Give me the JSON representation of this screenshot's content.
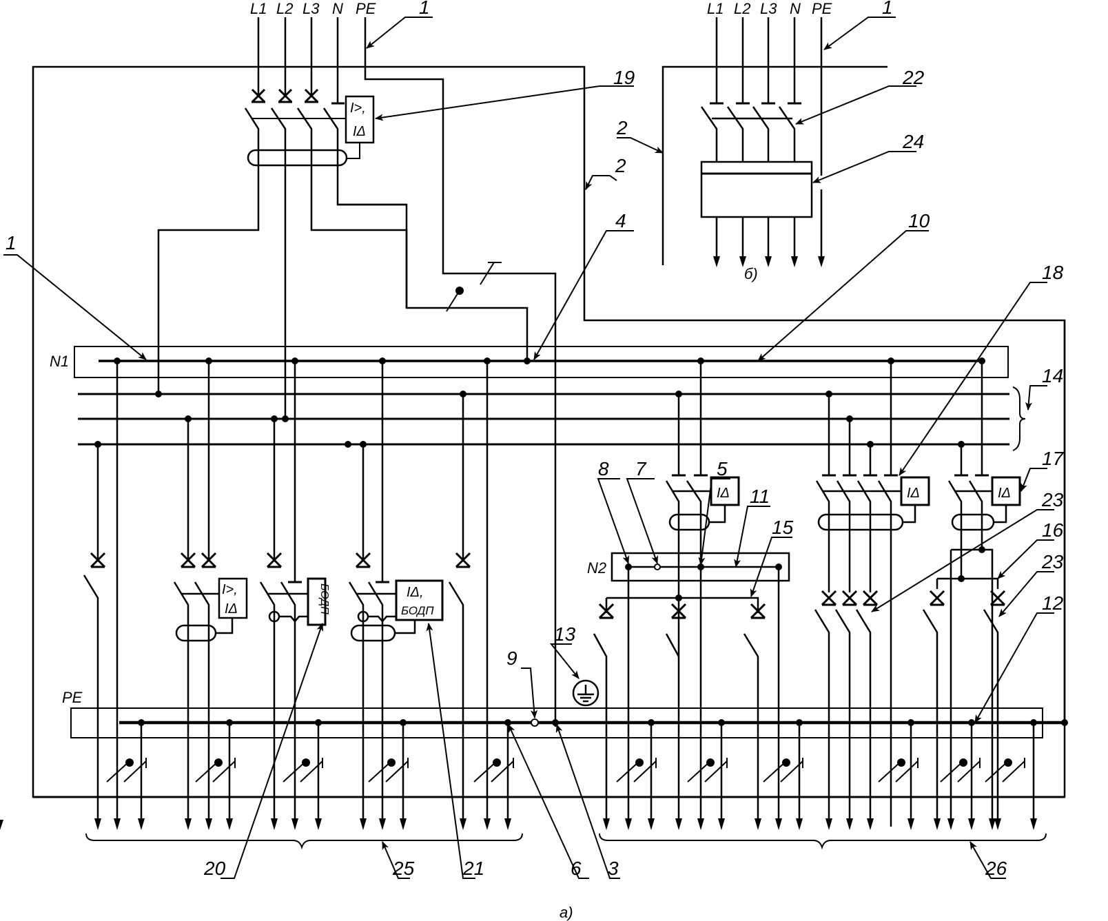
{
  "figure": {
    "caption_a": "а)",
    "caption_b": "б)",
    "colors": {
      "ink": "#000000",
      "background": "#ffffff"
    }
  },
  "conductors_a": [
    "L1",
    "L2",
    "L3",
    "N",
    "PE"
  ],
  "conductors_b": [
    "L1",
    "L2",
    "L3",
    "N",
    "PE"
  ],
  "busbars": {
    "n1": "N1",
    "n2": "N2",
    "pe": "PE"
  },
  "device_boxes": {
    "main_rcbo_line1": "I>,",
    "main_rcbo_line2": "IΔ",
    "rcbo_branch_line1": "I>,",
    "rcbo_branch_line2": "IΔ",
    "bodp": "БОДП",
    "rcd_bodp_line1": "IΔ,",
    "rcd_bodp_line2": "БОДП",
    "rcd_a": "IΔ",
    "rcd_b": "IΔ",
    "rcd_c": "IΔ"
  },
  "callouts": {
    "c1_top_a": "1",
    "c1_top_b": "1",
    "c1_left": "1",
    "c2_a": "2",
    "c2_b": "2",
    "c3": "3",
    "c4": "4",
    "c5": "5",
    "c6": "6",
    "c7": "7",
    "c8": "8",
    "c9": "9",
    "c10": "10",
    "c11": "11",
    "c12": "12",
    "c13": "13",
    "c14": "14",
    "c15": "15",
    "c16": "16",
    "c17": "17",
    "c18": "18",
    "c19": "19",
    "c20": "20",
    "c21": "21",
    "c22": "22",
    "c23_a": "23",
    "c23_b": "23",
    "c24": "24",
    "c25": "25",
    "c26": "26"
  }
}
